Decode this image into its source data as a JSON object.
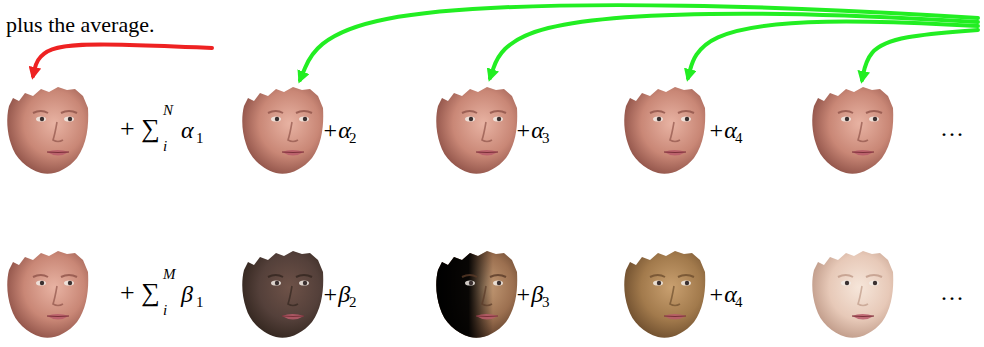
{
  "diagram": {
    "labels": [
      "plus the average.",
      "+ ∑",
      "N",
      "i",
      "α",
      "1",
      "+α",
      "2",
      "+α",
      "3",
      "+α",
      "4",
      "···",
      "+ ∑",
      "M",
      "i",
      "β",
      "1",
      "+β",
      "2",
      "+β",
      "3",
      "+α",
      "4",
      "···"
    ]
  }
}
